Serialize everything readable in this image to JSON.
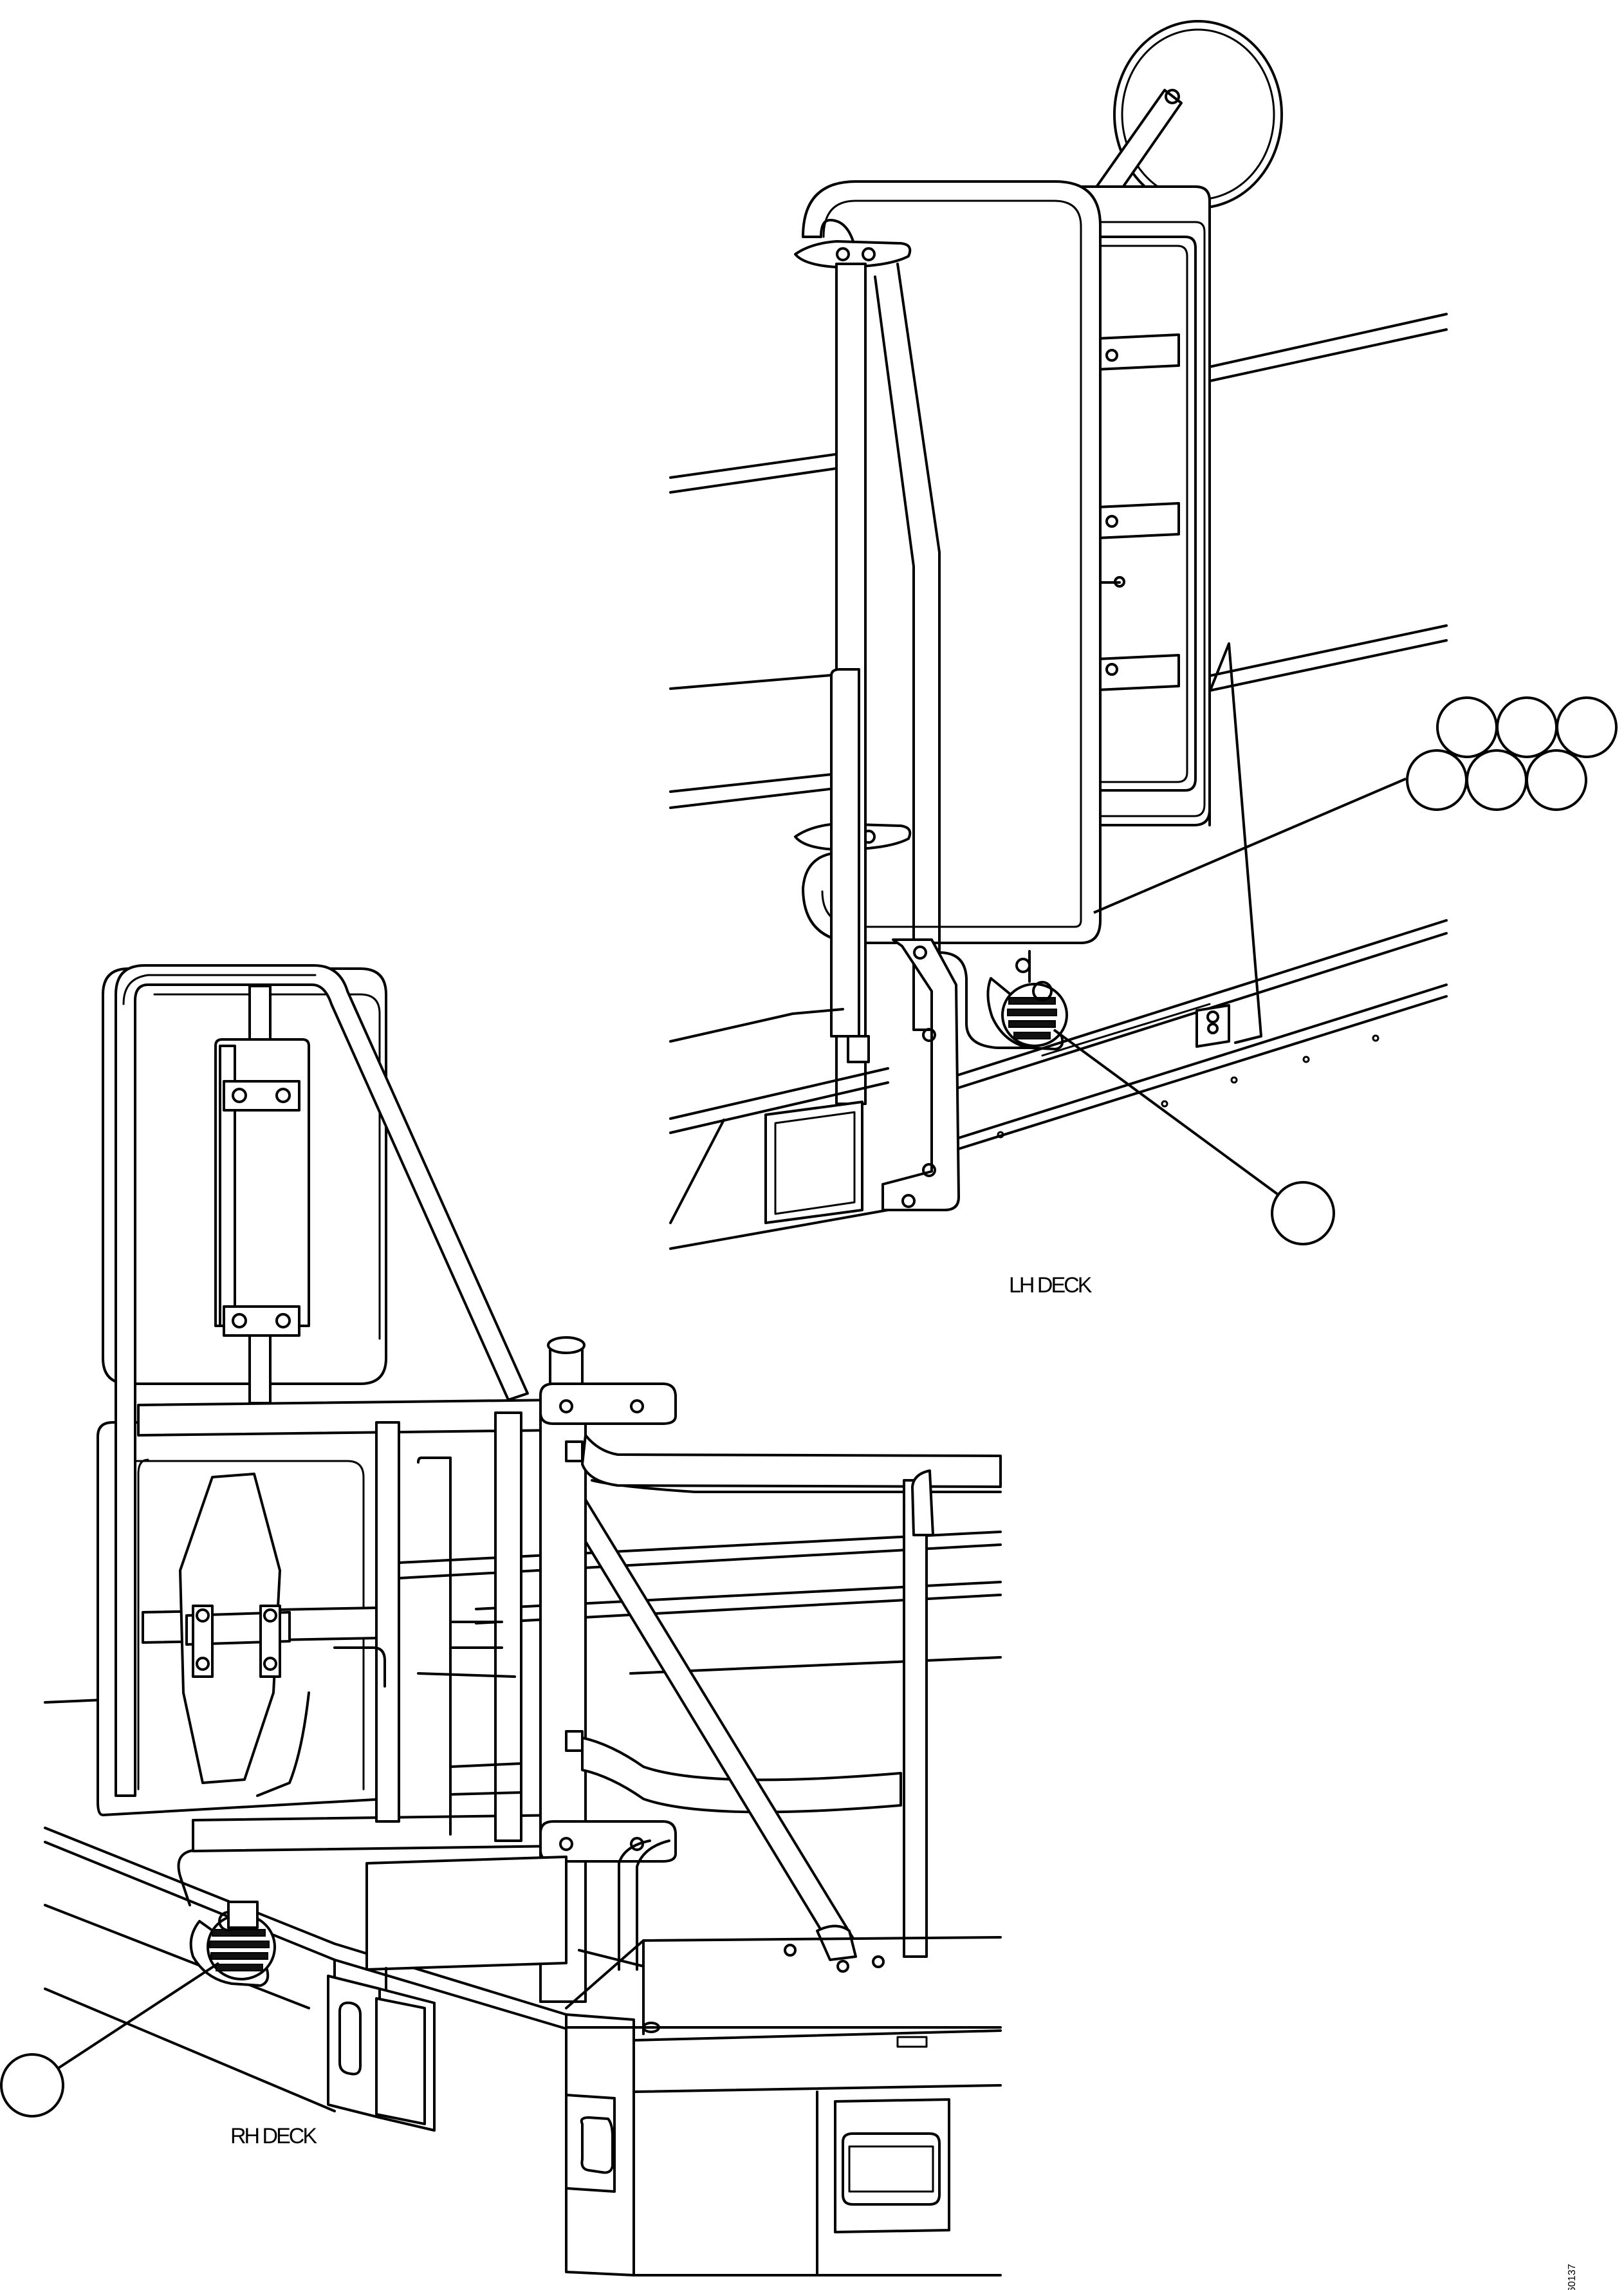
{
  "views": {
    "lh": {
      "label": "LH DECK"
    },
    "rh": {
      "label": "RH DECK"
    }
  },
  "callouts": {
    "lh_group": [
      "",
      "",
      "",
      "",
      "",
      ""
    ],
    "lh_light": "",
    "rh_light": ""
  },
  "drawing_number": "60137"
}
